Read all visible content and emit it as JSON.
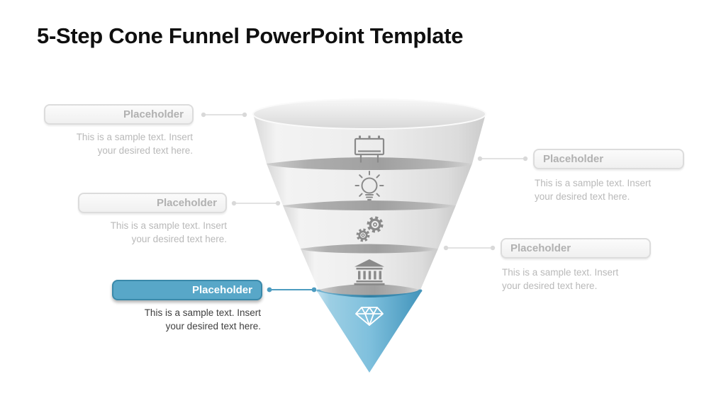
{
  "title": "5-Step Cone Funnel PowerPoint Template",
  "callouts": {
    "left": [
      {
        "label": "Placeholder",
        "line1": "This is a sample text. Insert",
        "line2": "your desired text here.",
        "active": false
      },
      {
        "label": "Placeholder",
        "line1": "This is a sample text. Insert",
        "line2": "your desired text here.",
        "active": false
      },
      {
        "label": "Placeholder",
        "line1": "This is a sample text. Insert",
        "line2": "your desired text here.",
        "active": true
      }
    ],
    "right": [
      {
        "label": "Placeholder",
        "line1": "This is a sample text. Insert",
        "line2": "your desired text here.",
        "active": false
      },
      {
        "label": "Placeholder",
        "line1": "This is a sample text. Insert",
        "line2": "your desired text here.",
        "active": false
      }
    ]
  },
  "funnel": {
    "steps": [
      {
        "name": "step-1",
        "icon": "billboard-icon"
      },
      {
        "name": "step-2",
        "icon": "lightbulb-icon"
      },
      {
        "name": "step-3",
        "icon": "gears-icon"
      },
      {
        "name": "step-4",
        "icon": "bank-icon"
      },
      {
        "name": "step-5",
        "icon": "diamond-icon",
        "highlighted": true
      }
    ]
  },
  "colors": {
    "accent_blue": "#58A7C8",
    "accent_blue_dark": "#3A89AA",
    "box_border_gray": "#DCDCDC",
    "label_gray": "#B1B1B1",
    "body_text_gray": "#B9B9B9",
    "active_text": "#3F3F3F",
    "funnel_light": "#ECECEC",
    "funnel_rim_gray": "#A3A3A3",
    "icon_gray": "#8A8A8A"
  }
}
